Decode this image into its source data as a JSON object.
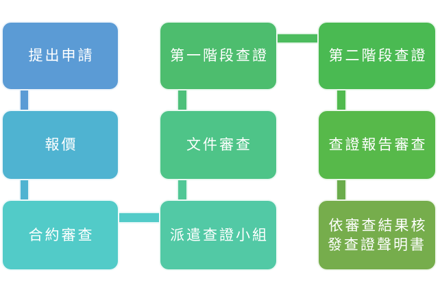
{
  "diagram": {
    "type": "flowchart",
    "text_color": "#ffffff",
    "background": "#ffffff",
    "nodes": [
      {
        "id": "apply",
        "label": "提出申請",
        "color": "#5b9bd5"
      },
      {
        "id": "quote",
        "label": "報價",
        "color": "#4fb3d1"
      },
      {
        "id": "contract-review",
        "label": "合約審查",
        "color": "#52cbc8"
      },
      {
        "id": "stage1-verification",
        "label": "第一階段查證",
        "color": "#4dbd6e"
      },
      {
        "id": "document-review",
        "label": "文件審查",
        "color": "#4ec488"
      },
      {
        "id": "dispatch-team",
        "label": "派遣查證小組",
        "color": "#52c9a5"
      },
      {
        "id": "stage2-verification",
        "label": "第二階段查證",
        "color": "#4aba52"
      },
      {
        "id": "report-review",
        "label": "查證報告審查",
        "color": "#57b94a"
      },
      {
        "id": "issue-statement",
        "label": "依審查結果核\n發查證聲明書",
        "color": "#76ad4c"
      }
    ],
    "connectors": [
      {
        "id": "apply-quote",
        "color": "#5b9bd5"
      },
      {
        "id": "quote-contract",
        "color": "#4fb3d1"
      },
      {
        "id": "contract-dispatch",
        "color": "#52cbc8"
      },
      {
        "id": "stage1-document",
        "color": "#4dc07a"
      },
      {
        "id": "document-dispatch",
        "color": "#50c795"
      },
      {
        "id": "stage1-stage2",
        "color": "#4cbc5e"
      },
      {
        "id": "stage2-report",
        "color": "#50ba4e"
      },
      {
        "id": "report-issue",
        "color": "#6aac4b"
      }
    ]
  }
}
